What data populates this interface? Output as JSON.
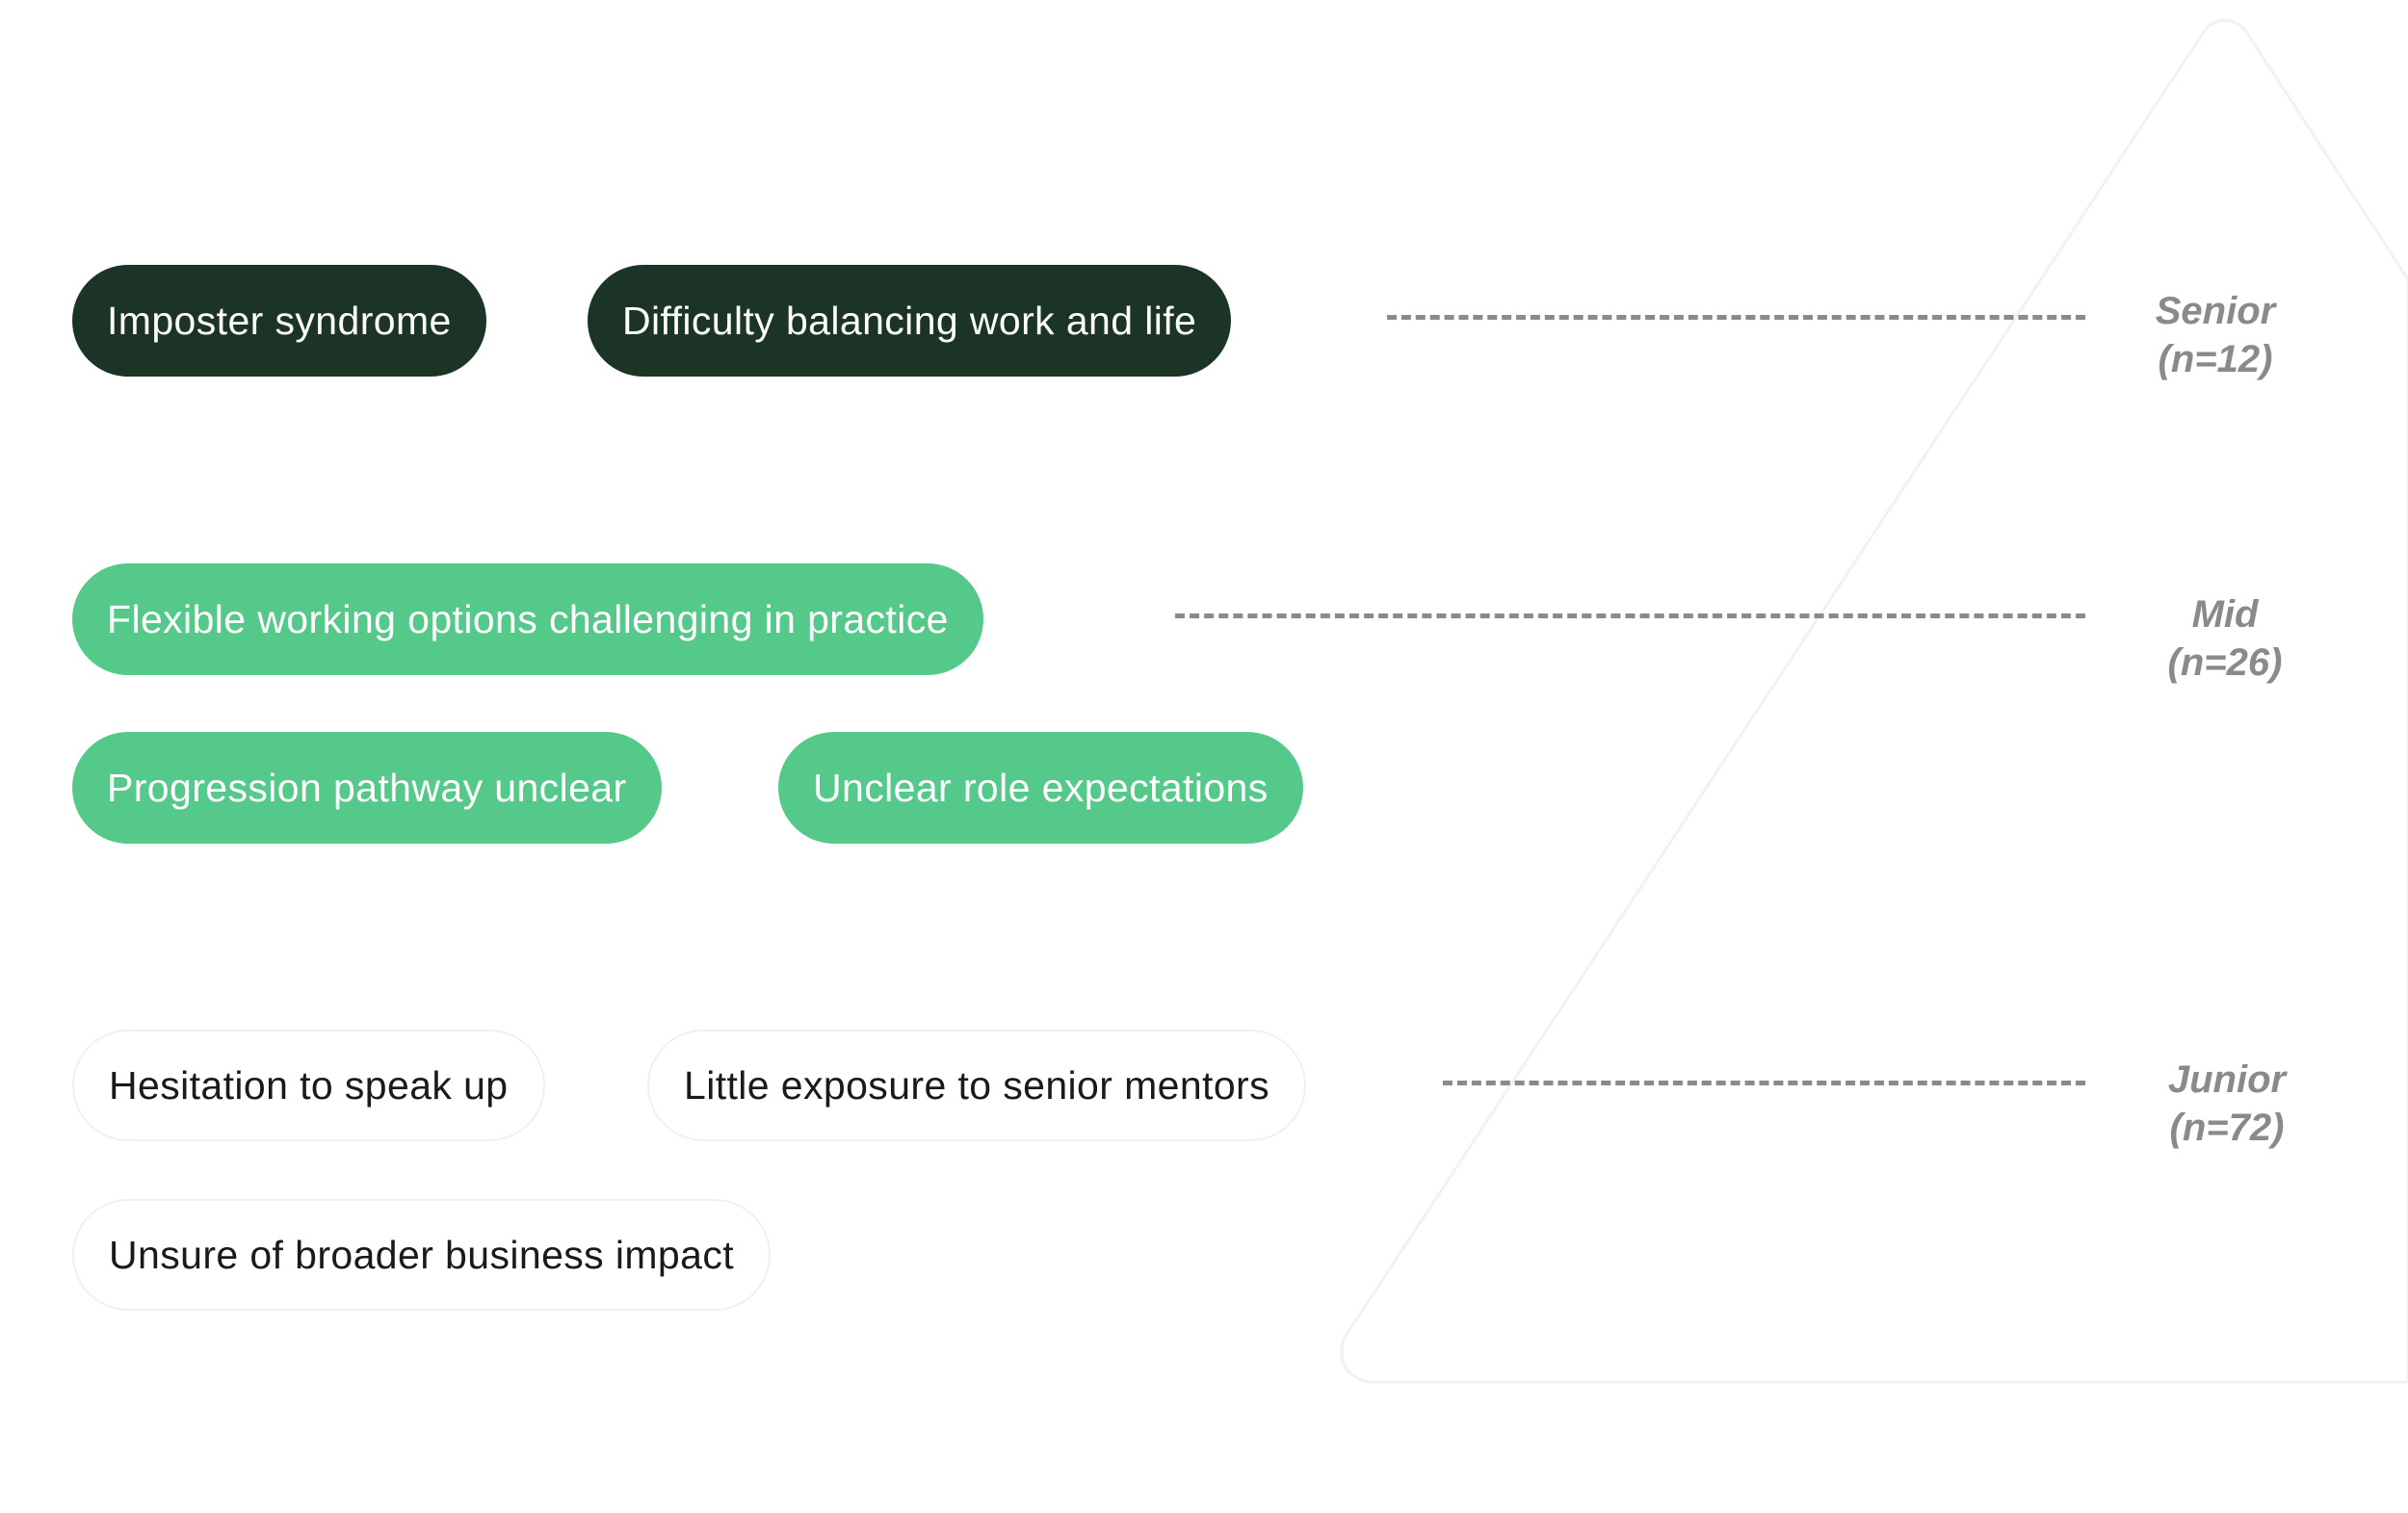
{
  "colors": {
    "senior": "#1b3426",
    "mid": "#55c98a",
    "junior": "#ffffff",
    "label": "#8a8a8a",
    "pyramid_outline": "#f2f2f2"
  },
  "levels": [
    {
      "name": "Senior",
      "count": "(n=12)",
      "items": [
        "Imposter syndrome",
        "Difficulty balancing work and life"
      ]
    },
    {
      "name": "Mid",
      "count": "(n=26)",
      "items": [
        "Flexible working options challenging in practice",
        "Progression pathway unclear",
        "Unclear role expectations"
      ]
    },
    {
      "name": "Junior",
      "count": "(n=72)",
      "items": [
        "Hesitation to speak up",
        "Little exposure to senior mentors",
        "Unsure of broader business impact"
      ]
    }
  ]
}
